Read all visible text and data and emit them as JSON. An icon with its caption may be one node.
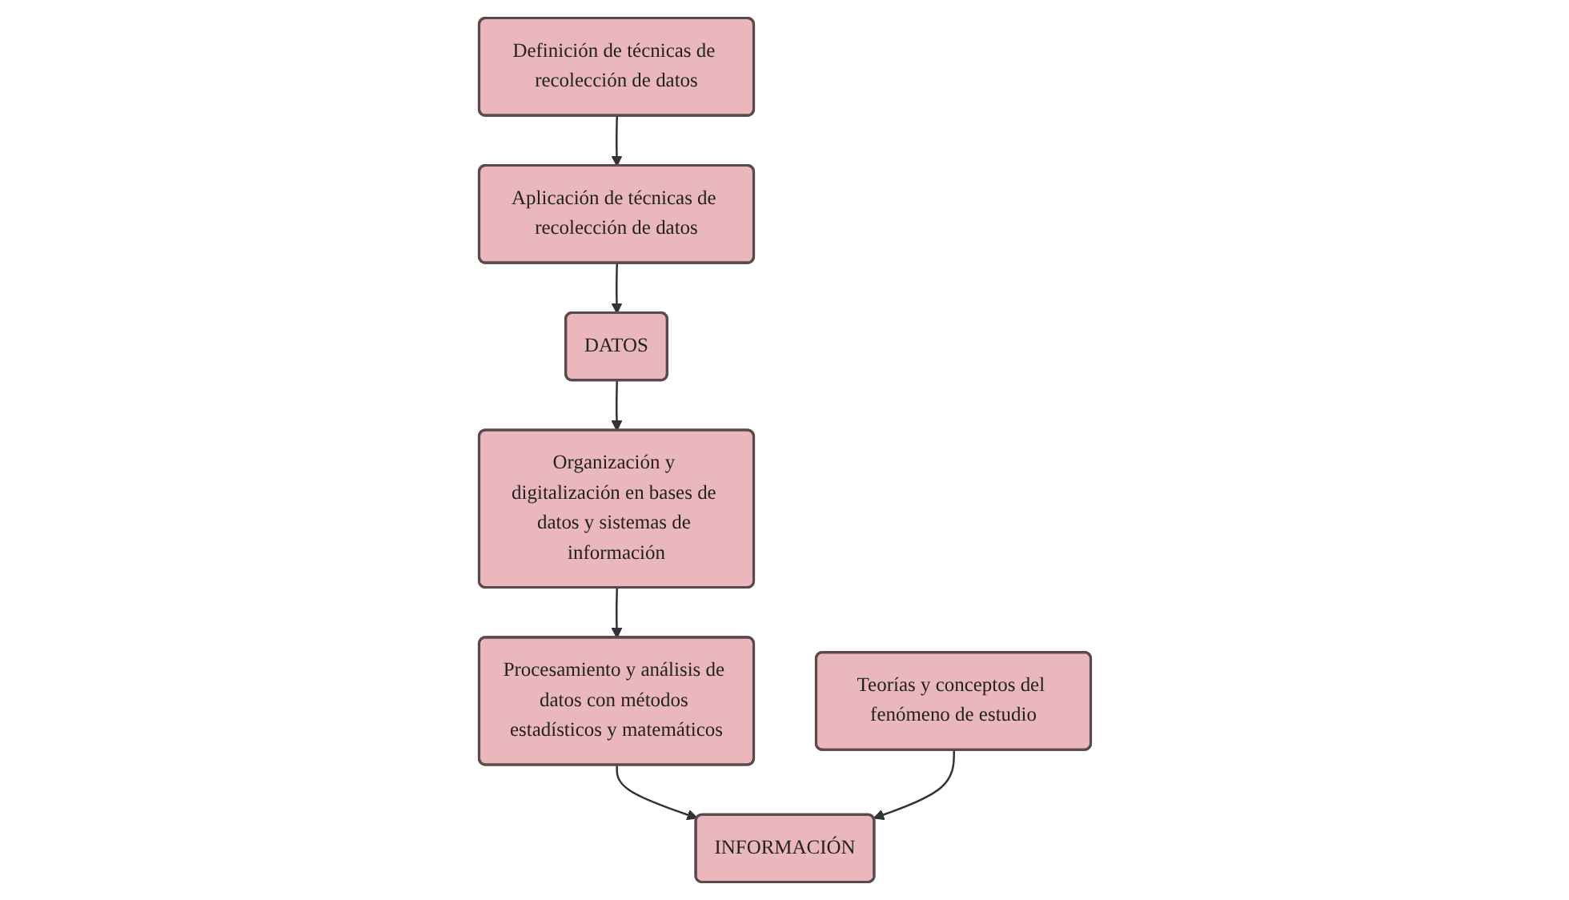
{
  "diagram": {
    "nodes": [
      {
        "text": [
          "Definición de técnicas de recolección de datos"
        ]
      },
      {
        "text": [
          "Aplicación de técnicas de recolección de datos"
        ]
      },
      {
        "text": [
          "DATOS"
        ]
      },
      {
        "text": [
          "Organización y digitalización en bases de datos y sistemas de información"
        ]
      },
      {
        "text": [
          "Procesamiento y análisis de datos con métodos estadísticos y matemáticos"
        ]
      },
      {
        "text": [
          "INFORMACIÓN"
        ]
      },
      {
        "text": [
          "Teorías y conceptos del fenómeno de estudio"
        ]
      }
    ],
    "edges": [
      {
        "from": 0,
        "to": 1,
        "arrow": "to"
      },
      {
        "from": 1,
        "to": 2,
        "arrow": "to"
      },
      {
        "from": 2,
        "to": 3,
        "arrow": "to"
      },
      {
        "from": 3,
        "to": 4,
        "arrow": "to"
      },
      {
        "from": 4,
        "to": 5,
        "arrow": "to"
      },
      {
        "from": 6,
        "to": 5,
        "arrow": "to"
      }
    ]
  }
}
